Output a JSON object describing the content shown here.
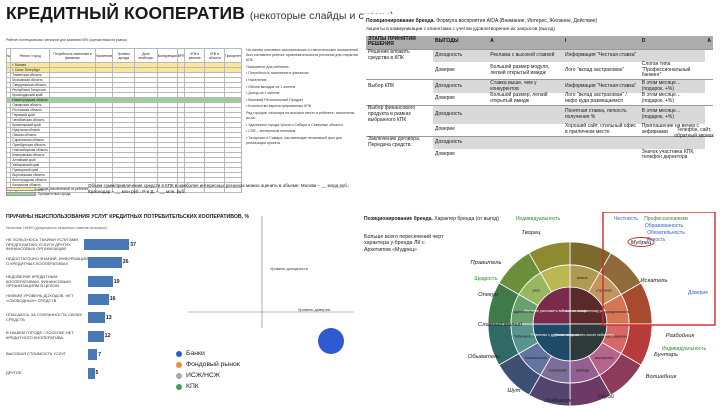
{
  "header": {
    "title": "КРЕДИТНЫЙ КООПЕРАТИВ",
    "subtitle": "(некоторые слайды и схемы)"
  },
  "slide1": {
    "caption": "Рейтинг потенциальных регионов для развития КПК (оценка емкости рынка)",
    "columns": [
      "№",
      "Регион / город",
      "Потребность населения в финансах",
      "Население",
      "Уровень дохода",
      "Доля необслуж.",
      "Конкуренция",
      "ВРП",
      "КПК в регионе",
      "КПК в области",
      "Приоритет"
    ],
    "rows": [
      {
        "num": "",
        "region": "г. Москва",
        "hl": "yellow"
      },
      {
        "num": "",
        "region": "г. Санкт-Петербург",
        "hl": "yellow"
      },
      {
        "num": "",
        "region": "Тюменская область",
        "hl": ""
      },
      {
        "num": "",
        "region": "Московская область",
        "hl": ""
      },
      {
        "num": "",
        "region": "Свердловская область",
        "hl": ""
      },
      {
        "num": "",
        "region": "Республика Татарстан",
        "hl": ""
      },
      {
        "num": "",
        "region": "Краснодарский край",
        "hl": ""
      },
      {
        "num": "",
        "region": "Нижегородская область",
        "hl": "green"
      },
      {
        "num": "",
        "region": "Самарская область",
        "hl": ""
      },
      {
        "num": "",
        "region": "Ростовская область",
        "hl": ""
      },
      {
        "num": "",
        "region": "Пермский край",
        "hl": ""
      },
      {
        "num": "",
        "region": "Челябинская область",
        "hl": ""
      },
      {
        "num": "",
        "region": "Красноярский край",
        "hl": ""
      },
      {
        "num": "",
        "region": "Иркутская область",
        "hl": ""
      },
      {
        "num": "",
        "region": "Омская область",
        "hl": ""
      },
      {
        "num": "",
        "region": "Саратовская область",
        "hl": ""
      },
      {
        "num": "",
        "region": "Оренбургская область",
        "hl": ""
      },
      {
        "num": "",
        "region": "Новосибирская область",
        "hl": ""
      },
      {
        "num": "",
        "region": "Кемеровская область",
        "hl": ""
      },
      {
        "num": "",
        "region": "Алтайский край",
        "hl": ""
      },
      {
        "num": "",
        "region": "Хабаровский край",
        "hl": ""
      },
      {
        "num": "",
        "region": "Приморский край",
        "hl": ""
      },
      {
        "num": "",
        "region": "Воронежская область",
        "hl": ""
      },
      {
        "num": "",
        "region": "Волгоградская область",
        "hl": ""
      },
      {
        "num": "",
        "region": "Калужская область",
        "hl": ""
      },
      {
        "num": "",
        "region": "Мурманская область",
        "hl": ""
      }
    ],
    "notes": [
      "На основе ключевых экономических и статистических показателей был составлен рейтинг привлекательности регионов для открытия КПК.",
      "Показатели для рейтинга:",
      "• Потребность населения в финансах",
      "• Население",
      "• Объем вкладов на 1 жителя",
      "• Доход на 1 жителя",
      "• Валовый Региональный Продукт",
      "• Количество зарегистрированных КПК",
      "Ряд городов, несмотря на высокое место в рейтинге, исключены из‑за:",
      "• Удаленные города Урала и Сибири и Северные области",
      "• СПб – экспертным мнением",
      "• Татарстан и Самара, как имеющие негативный фон для реализации проекта"
    ],
    "legend": [
      "Города, исключенные из рейтинга",
      "Приоритетные города"
    ],
    "legend_colors": [
      "#fbe79a",
      "#9bd09b"
    ],
    "footnote": "Объем сумм/привлечения средств в КПК в наиболее интересных регионах можно оценить в объеме: Москва – __ млрд руб.; Краснодар – __ млн руб.; Р-н Д. – __ млн. руб."
  },
  "slide2": {
    "heading_bold": "Позиционирование бренда.",
    "heading_rest": " Формула восприятия AIDA (Внимание, Интерес, Желание, Действие)",
    "subheading": "Акценты в коммуникации с клиентами с учетом удовлетворения их запросов (выгод)",
    "col_headers": [
      "ЭТАПЫ ПРИНЯТИЯ РЕШЕНИЯ",
      "ВЫГОДЫ",
      "A",
      "I",
      "D",
      "A"
    ],
    "rows": [
      {
        "stage": "Решение вложить средства в КПК",
        "benefit": "Доходность",
        "a": "Реклама с высокой ставкой",
        "i": "Информация \"Честная ставка\"",
        "d": "",
        "sep": true,
        "grey": true
      },
      {
        "stage": "",
        "benefit": "Доверие",
        "a": "Большой размер модуля, легкий открытый имидж",
        "i": "Лого \"вклад застрахован\"",
        "d": "Слоган типа \"Профессиональный банкинг\"",
        "sep": false,
        "grey": false
      },
      {
        "stage": "Выбор КПК",
        "benefit": "Доходность",
        "a": "Ставка выше, чем у конкурентов",
        "i": "Информация \"Честная ставка\"",
        "d": "В этом месяце… (подарок, +%)",
        "sep": true,
        "grey": true
      },
      {
        "stage": "",
        "benefit": "Доверие",
        "a": "Большой размер, легкий открытый имидж",
        "i": "Лого \"вклад застрахован\" / инфо куда размещаемся",
        "d": "В этом месяце… (подарок, +%)",
        "sep": false,
        "grey": false
      },
      {
        "stage": "Выбор финансового продукта в рамках выбранного КПК",
        "benefit": "Доходность",
        "a": "",
        "i": "Понятная ставка, легкость получения %",
        "d": "В этом месяце… (подарок, +%)",
        "sep": true,
        "grey": true
      },
      {
        "stage": "",
        "benefit": "Доверие",
        "a": "",
        "i": "Хороший сайт, стильный офис в приличном месте",
        "d": "Приглашение на вечер с зефирками",
        "sep": false,
        "grey": false
      },
      {
        "stage": "Заключение договора. Передача средств.",
        "benefit": "Доходность",
        "a": "",
        "i": "",
        "d": "",
        "sep": true,
        "grey": true
      },
      {
        "stage": "",
        "benefit": "Доверие",
        "a": "",
        "i": "",
        "d": "Значок участника КПК, телефон директора",
        "sep": false,
        "grey": false
      }
    ],
    "channels": "Телефон, сайт, обратный звонок"
  },
  "slide3": {
    "title": "ПРИЧИНЫ НЕИСПОЛЬЗОВАНИЯ УСЛУГ КРЕДИТНЫХ ПОТРЕБИТЕЛЬСКИХ КООПЕРАТИВОВ, %",
    "source": "Источник: НАФИ (допускалось несколько ответов на вопрос)",
    "chart_data": {
      "type": "bar",
      "orientation": "horizontal",
      "categories": [
        "НЕ ПОЛЬЗУЮСЬ ТАКИМИ УСЛУГАМИ, ПРЕДПОЧИТАЮ УСЛУГИ ДРУГИХ ФИНАНСОВЫХ ОРГАНИЗАЦИЙ",
        "НЕДОСТАТОЧНО ЗНАНИЙ, ИНФОРМАЦИИ О КРЕДИТНЫХ КООПЕРАТИВАХ",
        "НЕДОВЕРИЕ КРЕДИТНЫМ КООПЕРАТИВАМ, ФИНАНСОВЫМ ОРГАНИЗАЦИЯМ В ЦЕЛОМ",
        "НИЗКИЙ УРОВЕНЬ ДОХОДОВ, НЕТ «СВОБОДНЫХ» СРЕДСТВ",
        "ОПАСАЮСЬ ЗА СОХРАННОСТЬ СВОИХ СРЕДСТВ",
        "В НАШЕМ ГОРОДЕ / ПОСЕЛКЕ НЕТ КРЕДИТНОГО КООПЕРАТИВА",
        "ВЫСОКАЯ СТОИМОСТЬ УСЛУГ",
        "ДРУГОЕ"
      ],
      "values": [
        37,
        26,
        19,
        16,
        13,
        12,
        7,
        5
      ],
      "xlim": [
        0,
        40
      ],
      "bar_color": "#4a78b5"
    },
    "bubble_chart": {
      "type": "scatter",
      "y_axis_label": "Уровень доходности",
      "x_axis_label": "Уровень доверия",
      "series": [
        {
          "name": "Банки",
          "color": "#2e5bd0"
        },
        {
          "name": "Фондовый рынок",
          "color": "#f08a3c"
        },
        {
          "name": "ИСЖ/НСЖ",
          "color": "#a9a9a9"
        },
        {
          "name": "КПК",
          "color": "#3aa35b"
        }
      ]
    }
  },
  "slide4": {
    "heading_bold": "Позиционирование бренда.",
    "heading_rest": " Характер бренда (от выгод)",
    "note": "Больше всего пересечений черт характера у бренда ЛК с Архетипом «Мудрец»",
    "outer_categories": [
      "Индивидуальность",
      "Честность",
      "Профессионализм",
      "Образованность",
      "Обязательность",
      "Ясность",
      "Щедрость",
      "Доверие",
      "Индивидуальность"
    ],
    "archetypes": [
      "Творец",
      "Правитель",
      "Опекун",
      "Славный малый",
      "Обыватель",
      "Шут",
      "Любовник",
      "Герой",
      "Волшебник",
      "Бунтарь",
      "Искатель",
      "Мудрец",
      "Разбойник"
    ],
    "inner_labels": [
      "Желание разложить все по полочкам",
      "Тоска по потерянному раю",
      "Желание оставить после себя след",
      "Единство с другими людьми"
    ],
    "ring_labels": [
      "власть",
      "служение",
      "принадлежность",
      "наслаждение",
      "мастерство",
      "свобода",
      "понимание",
      "безопасность",
      "стабильность",
      "одиночество",
      "риск"
    ],
    "highlight": "Мудрец",
    "highlight_color": "#d62828"
  }
}
